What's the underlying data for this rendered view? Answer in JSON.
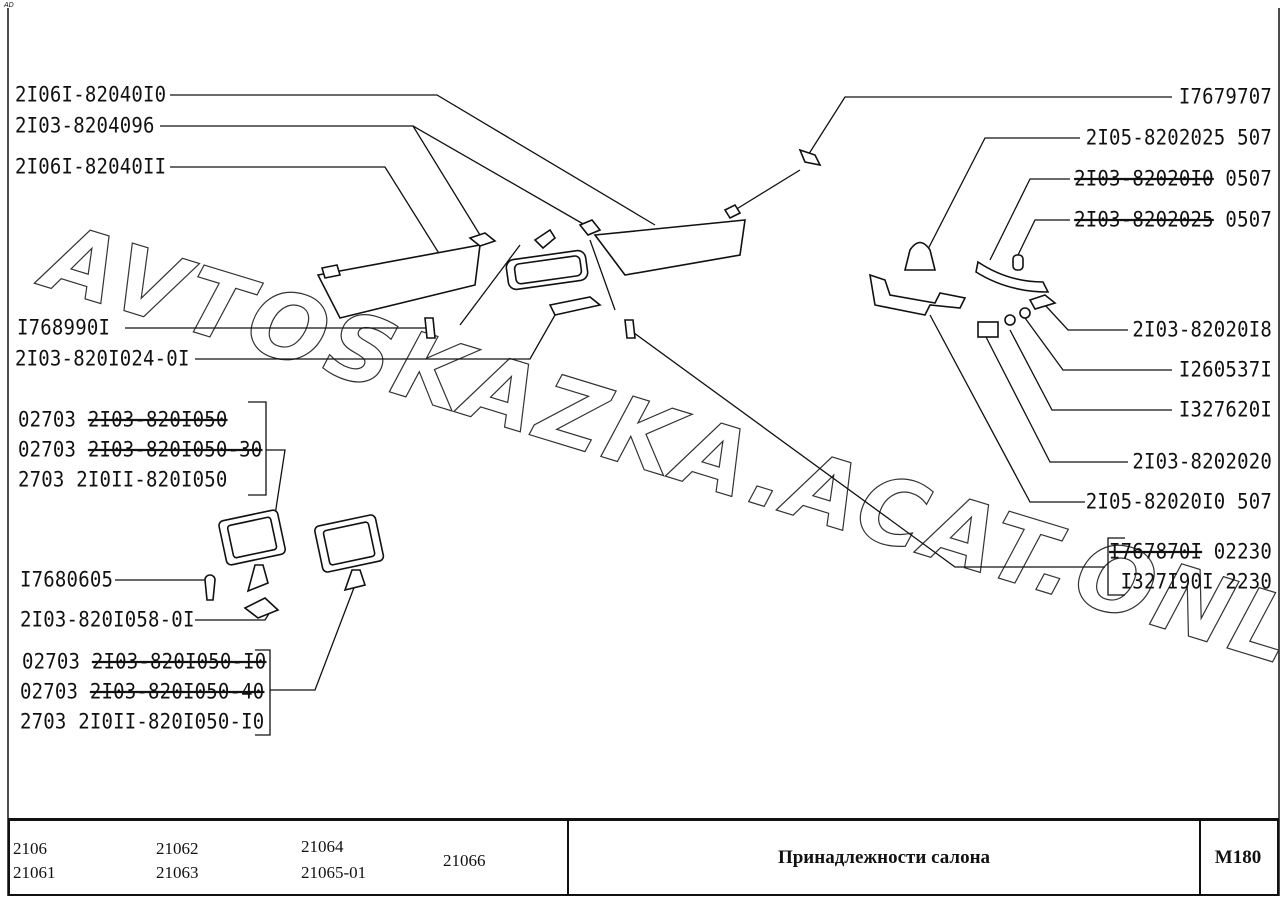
{
  "corner_tag": "AD",
  "watermark": "AVTOSKAZKA.ACAT.ONLINE",
  "left_labels": [
    {
      "text": "2I06I-82040I0"
    },
    {
      "text": "2I03-8204096"
    },
    {
      "text": "2I06I-82040II"
    },
    {
      "text": "I768990I"
    },
    {
      "text": "2I03-820I024-0I"
    },
    {
      "text": "I7680605"
    },
    {
      "text": "2I03-820I058-0I"
    }
  ],
  "group_upper": [
    {
      "prefix": "02703 ",
      "code": "2I03-820I050",
      "struck": true
    },
    {
      "prefix": "02703 ",
      "code": "2I03-820I050-30",
      "struck": true
    },
    {
      "prefix": "2703 ",
      "code": "2I0II-820I050",
      "struck": false
    }
  ],
  "group_lower": [
    {
      "prefix": "02703 ",
      "code": "2I03-820I050-I0",
      "struck": true
    },
    {
      "prefix": "02703 ",
      "code": "2I03-820I050-40",
      "struck": true
    },
    {
      "prefix": "2703 ",
      "code": "2I0II-820I050-I0",
      "struck": false
    }
  ],
  "right_labels": [
    {
      "code": "I7679707",
      "suffix": ""
    },
    {
      "code": "2I05-8202025",
      "suffix": " 507"
    },
    {
      "code": "2I03-82020I0",
      "suffix": " 0507",
      "struck": true
    },
    {
      "code": "2I03-8202025",
      "suffix": " 0507",
      "struck": true
    },
    {
      "code": "2I03-82020I8",
      "suffix": ""
    },
    {
      "code": "I260537I",
      "suffix": ""
    },
    {
      "code": "I327620I",
      "suffix": ""
    },
    {
      "code": "2I03-8202020",
      "suffix": ""
    },
    {
      "code": "2I05-82020I0",
      "suffix": " 507"
    },
    {
      "code": "I767870I",
      "suffix": " 02230",
      "struck": true
    },
    {
      "code": "I327I90I",
      "suffix": " 2230"
    }
  ],
  "footer": {
    "models": [
      "2106",
      "21061",
      "21062",
      "21063",
      "21064",
      "21065-01",
      "21066"
    ],
    "title": "Принадлежности салона",
    "code": "M180"
  }
}
